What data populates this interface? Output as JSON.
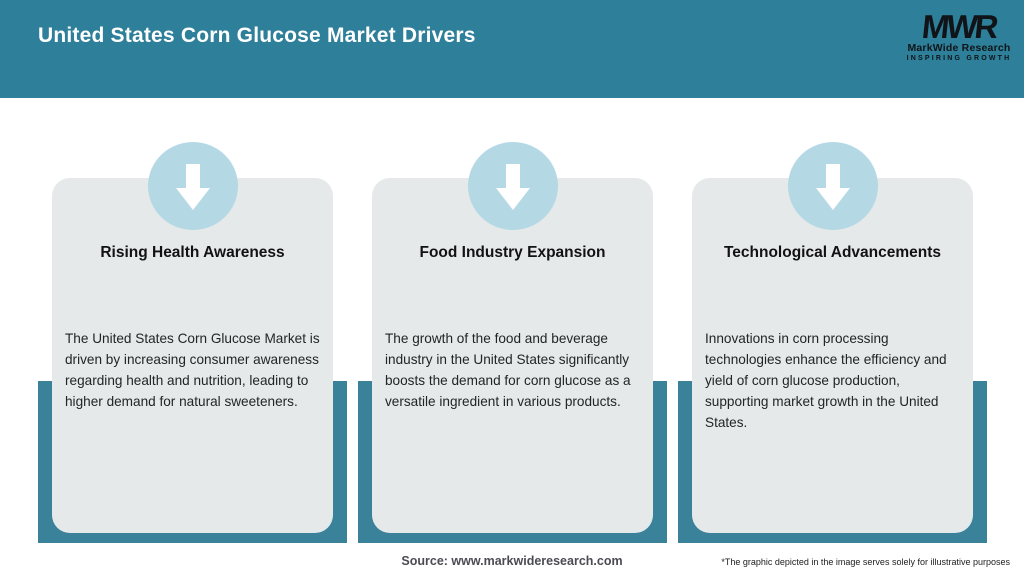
{
  "header": {
    "title": "United States Corn Glucose Market Drivers",
    "logo": {
      "monogram": "MWR",
      "name": "MarkWide Research",
      "tagline": "INSPIRING GROWTH"
    }
  },
  "cards": [
    {
      "title": "Rising Health Awareness",
      "description": "The United States Corn Glucose Market is driven by increasing consumer awareness regarding health and nutrition, leading to higher demand for natural sweeteners.",
      "icon": "down-arrow-icon"
    },
    {
      "title": "Food Industry Expansion",
      "description": "The growth of the food and beverage industry in the United States significantly boosts the demand for corn glucose as a versatile ingredient in various products.",
      "icon": "down-arrow-icon"
    },
    {
      "title": "Technological Advancements",
      "description": "Innovations in corn processing technologies enhance the efficiency and yield of corn glucose production, supporting market growth in the United States.",
      "icon": "down-arrow-icon"
    }
  ],
  "footer": {
    "source": "Source: www.markwideresearch.com",
    "disclaimer": "*The graphic depicted in the image serves solely for illustrative purposes"
  },
  "colors": {
    "header_teal": "#2e7f99",
    "band_teal": "#3a819a",
    "card_gray": "#e6e9ea",
    "circle_blue": "#b5d8e5",
    "title_text": "#ffffff",
    "body_text": "#222426"
  }
}
